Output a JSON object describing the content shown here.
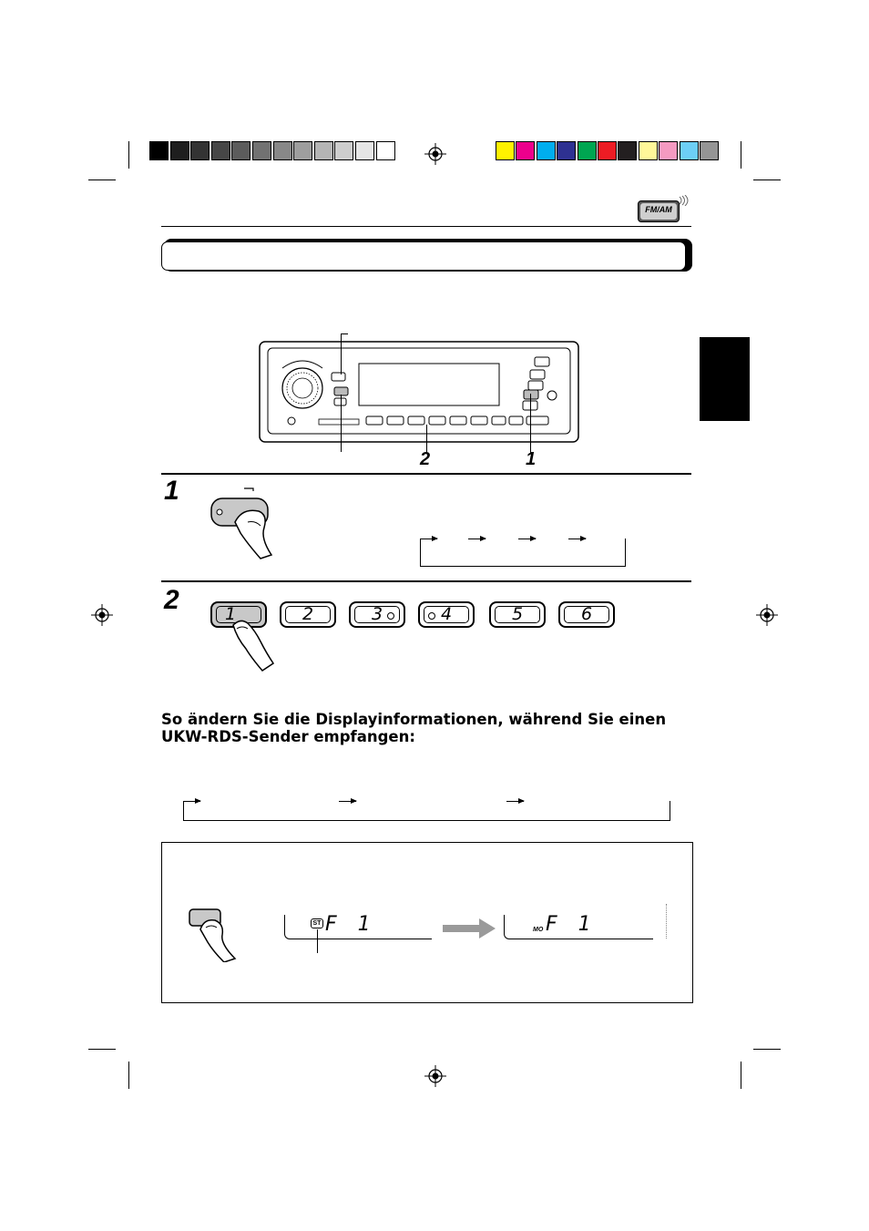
{
  "colors": {
    "greyscale_bar": [
      "#000000",
      "#1e1e1e",
      "#333333",
      "#474747",
      "#5c5c5c",
      "#727272",
      "#888888",
      "#9e9e9e",
      "#b5b5b5",
      "#cdcdcd",
      "#e6e6e6",
      "#ffffff"
    ],
    "color_bar": [
      "#fff200",
      "#ec008c",
      "#00aeef",
      "#2e3192",
      "#00a651",
      "#ed1c24",
      "#231f20",
      "#fff799",
      "#f49ac1",
      "#6dcff6",
      "#959595"
    ]
  },
  "badge": {
    "text": "FM/AM"
  },
  "callouts": {
    "step2": "2",
    "step1": "1"
  },
  "steps": [
    {
      "number": "1"
    },
    {
      "number": "2"
    }
  ],
  "presets": [
    "1",
    "2",
    "3",
    "4",
    "5",
    "6"
  ],
  "heading": "So ändern Sie die Displayinformationen, während Sie einen UKW-RDS-Sender empfangen:",
  "display": {
    "st_indicator": "ST",
    "left_text": "F 1",
    "mo_indicator": "MO",
    "right_text": "F 1"
  }
}
